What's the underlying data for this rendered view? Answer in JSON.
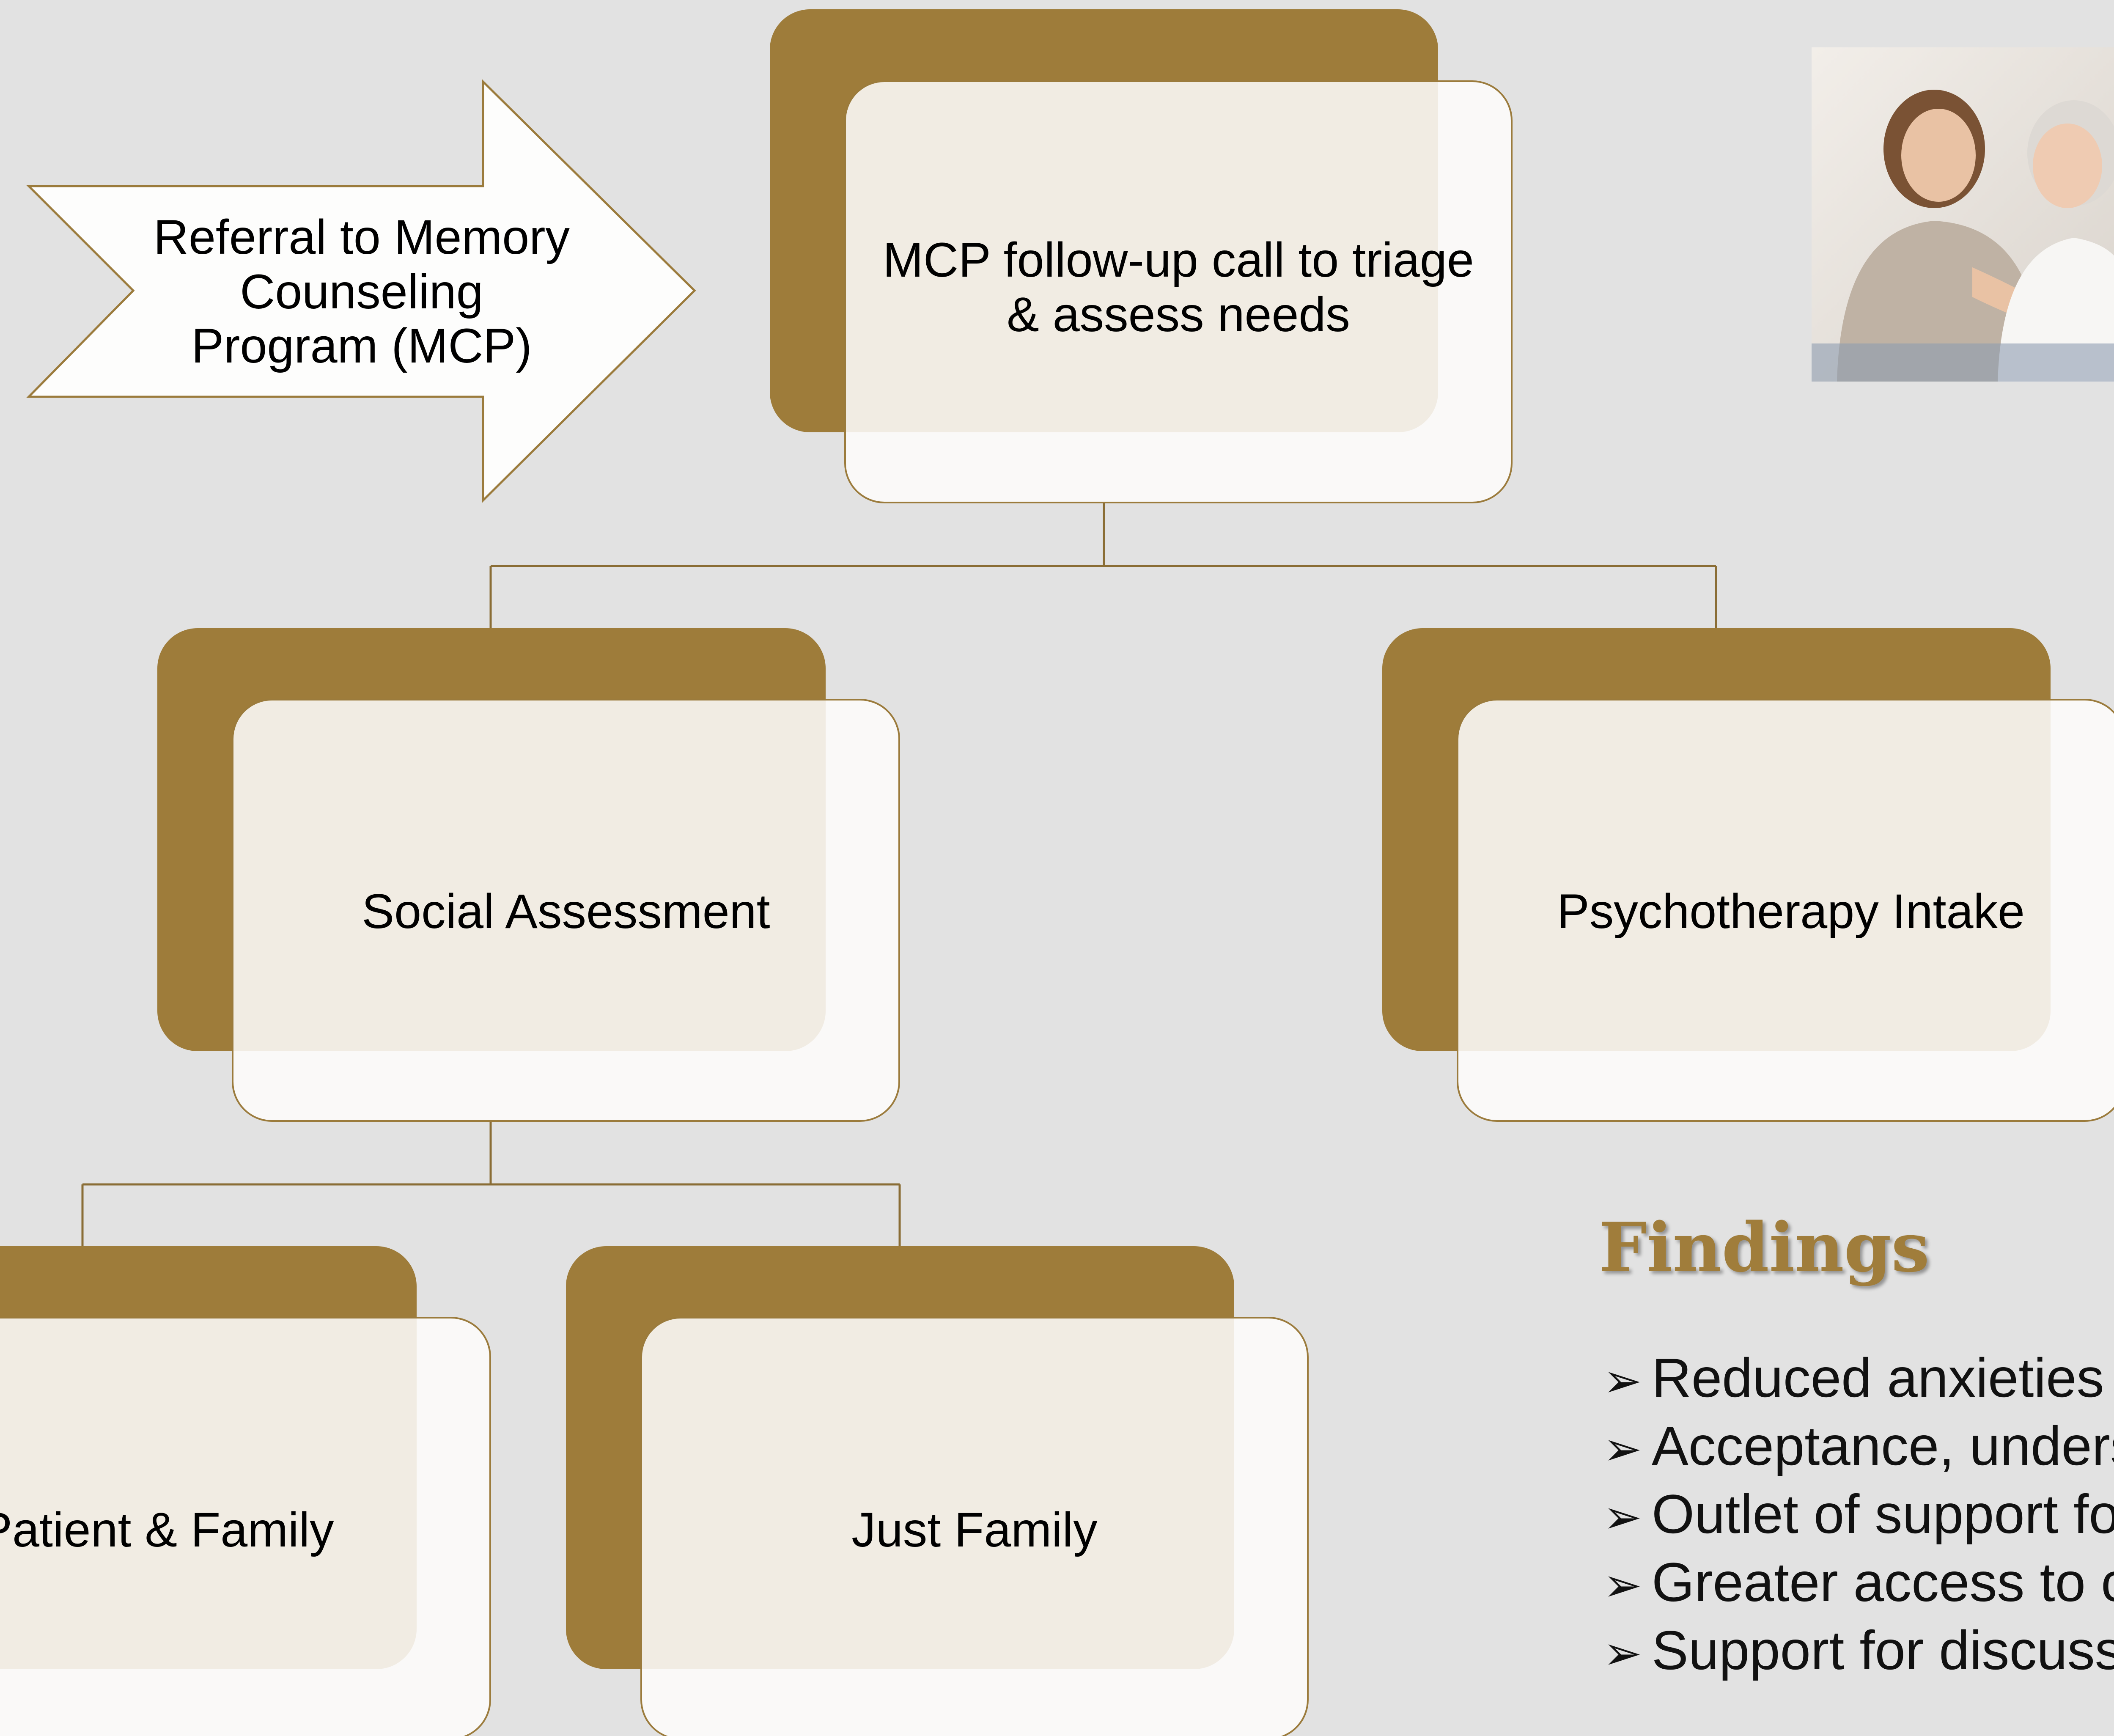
{
  "diagram": {
    "arrow": {
      "lines": [
        "Referral to Memory",
        "Counseling",
        "Program (MCP)"
      ]
    },
    "nodes": {
      "triage": {
        "lines": [
          "MCP follow-up call to triage",
          "& assess needs"
        ]
      },
      "social_assessment": {
        "label": "Social Assessment"
      },
      "psychotherapy_intake": {
        "label": "Psychotherapy Intake"
      },
      "patient_family": {
        "label": "Patient & Family"
      },
      "just_family": {
        "label": "Just Family"
      }
    }
  },
  "photo": {
    "icon": "caregiver-with-elderly-woman-photo"
  },
  "findings": {
    "title": "Findings",
    "items": [
      "Reduced anxieties",
      "Acceptance, unders",
      "Outlet of support fo",
      "Greater access to c",
      "Support for discuss"
    ]
  },
  "colors": {
    "background": "#e2e2e2",
    "accent": "#9e7c3a",
    "card": "#f6f2ec"
  }
}
